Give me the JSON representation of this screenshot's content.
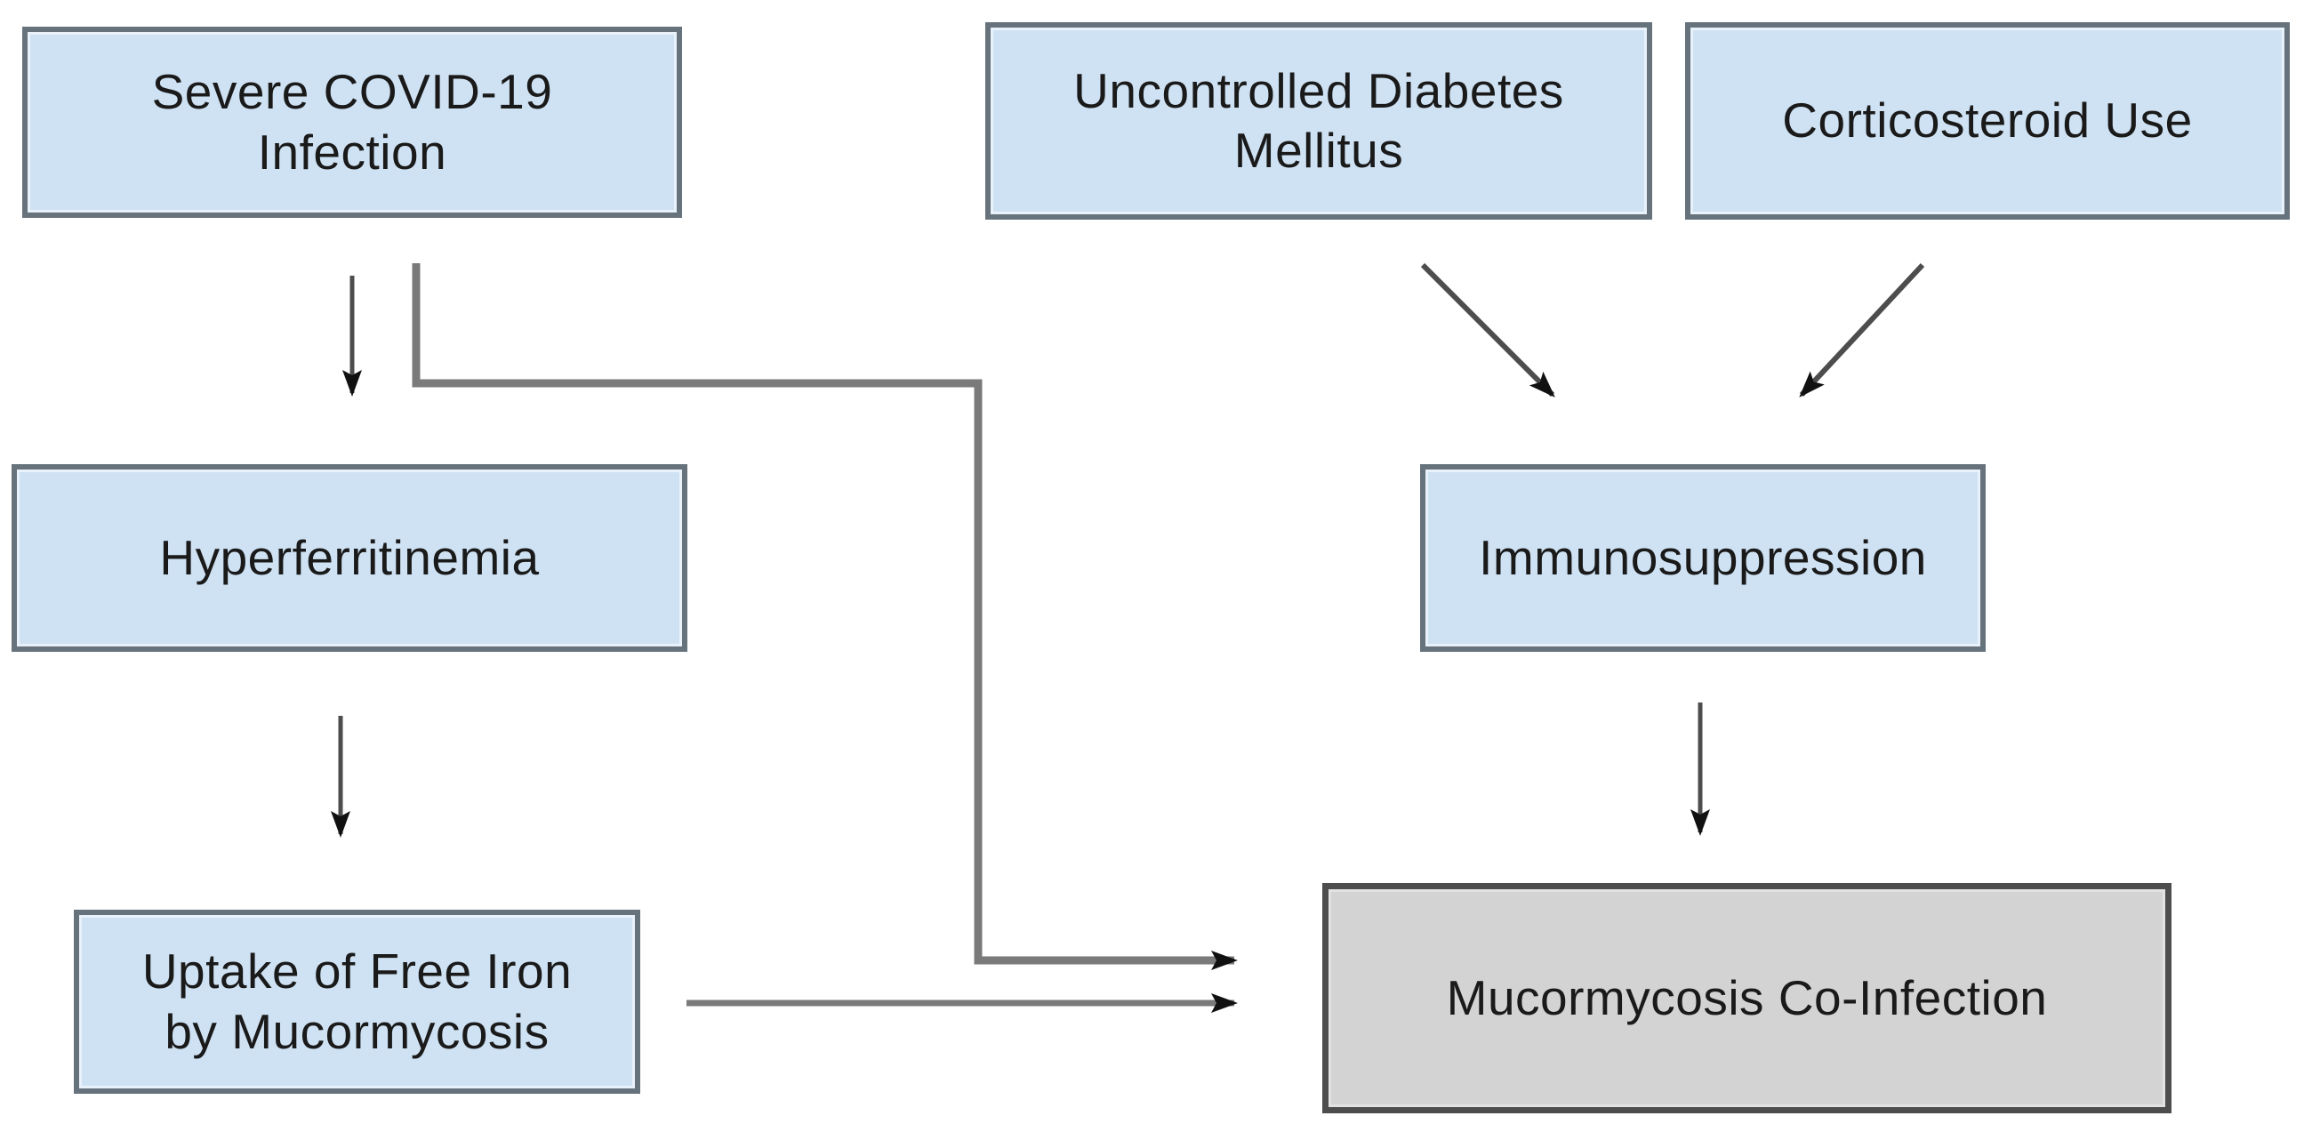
{
  "diagram": {
    "type": "flowchart",
    "topic": "Pathways from severe COVID-19, uncontrolled diabetes mellitus and corticosteroid use to mucormycosis co-infection",
    "nodes": {
      "severe_covid": {
        "label": "Severe COVID-19\nInfection",
        "role": "risk-factor"
      },
      "uncontrolled_dm": {
        "label": "Uncontrolled Diabetes\nMellitus",
        "role": "risk-factor"
      },
      "corticosteroid": {
        "label": "Corticosteroid Use",
        "role": "risk-factor"
      },
      "hyperferritinemia": {
        "label": "Hyperferritinemia",
        "role": "intermediate"
      },
      "immunosuppression": {
        "label": "Immunosuppression",
        "role": "intermediate"
      },
      "iron_uptake": {
        "label": "Uptake of Free Iron\nby Mucormycosis",
        "role": "intermediate"
      },
      "mucormycosis": {
        "label": "Mucormycosis Co-Infection",
        "role": "outcome"
      }
    },
    "edges": [
      {
        "from": "severe_covid",
        "to": "hyperferritinemia"
      },
      {
        "from": "severe_covid",
        "to": "mucormycosis"
      },
      {
        "from": "hyperferritinemia",
        "to": "iron_uptake"
      },
      {
        "from": "iron_uptake",
        "to": "mucormycosis"
      },
      {
        "from": "uncontrolled_dm",
        "to": "immunosuppression"
      },
      {
        "from": "corticosteroid",
        "to": "immunosuppression"
      },
      {
        "from": "immunosuppression",
        "to": "mucormycosis"
      }
    ],
    "colors": {
      "background": "#ffffff",
      "risk_node_fill": "#cfe2f3",
      "risk_node_border": "#66727c",
      "outcome_node_fill": "#d3d3d3",
      "outcome_node_border": "#4d4d4d",
      "connector_gray": "#7a7a7a",
      "arrow_dark": "#4d4d4d",
      "arrowhead": "#111111",
      "text": "#1a1a1a"
    }
  }
}
